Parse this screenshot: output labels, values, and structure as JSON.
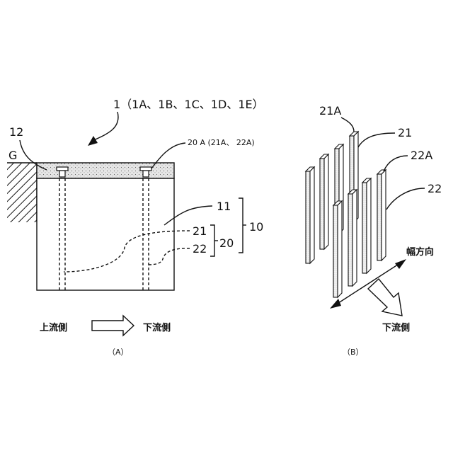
{
  "figure_a": {
    "title": "1（1A、1B、1C、1D、1E）",
    "label_12": "12",
    "label_g": "G",
    "label_20a": "20 A (21A、 22A)",
    "label_11": "11",
    "label_10": "10",
    "label_21": "21",
    "label_22": "22",
    "label_20": "20",
    "upstream": "上流側",
    "downstream": "下流側",
    "caption": "（A）"
  },
  "figure_b": {
    "label_21a": "21A",
    "label_21": "21",
    "label_22a": "22A",
    "label_22": "22",
    "width_direction": "幅方向",
    "downstream": "下流側",
    "caption": "（B）"
  }
}
